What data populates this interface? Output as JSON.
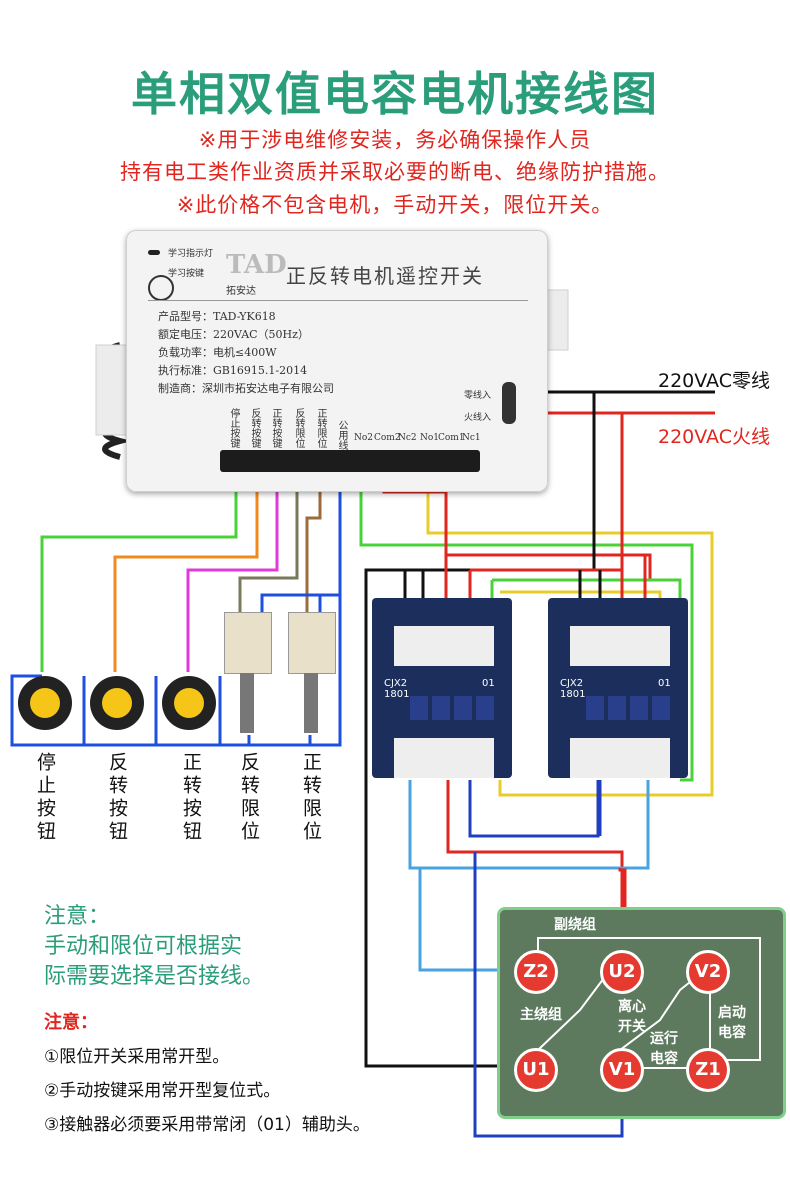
{
  "title": "单相双值电容电机接线图",
  "warnings": [
    "※用于涉电维修安装，务必确保操作人员",
    "持有电工类作业资质并采取必要的断电、绝缘防护措施。",
    "※此价格不包含电机，手动开关，限位开关。"
  ],
  "device": {
    "led_label": "学习指示灯",
    "learn_key_label": "学习按键",
    "logo": "TAD",
    "brand": "拓安达",
    "name": "正反转电机遥控开关",
    "info": [
      "产品型号：TAD-YK618",
      "额定电压：220VAC（50Hz）",
      "负载功率：电机≤400W",
      "执行标准：GB16915.1-2014",
      "制造商：深圳市拓安达电子有限公司"
    ],
    "input_labels": [
      "零线入",
      "火线入"
    ],
    "vertical_labels": [
      "停止按键",
      "反转按键",
      "正转按键",
      "反转限位",
      "正转限位",
      "公用线"
    ],
    "terminal_labels": [
      "No2",
      "Com2",
      "Nc2",
      "No1",
      "Com1",
      "Nc1"
    ]
  },
  "power": {
    "neutral": "220VAC零线",
    "live": "220VAC火线"
  },
  "contactors": [
    {
      "model": "CJX2\n1801",
      "aux": "01"
    },
    {
      "model": "CJX2\n1801",
      "aux": "01"
    }
  ],
  "switches": [
    "停止按钮",
    "反转按钮",
    "正转按钮",
    "反转限位",
    "正转限位"
  ],
  "motor": {
    "terminals": [
      "Z2",
      "U2",
      "V2",
      "U1",
      "V1",
      "Z1"
    ],
    "labels": {
      "aux_winding": "副绕组",
      "main_winding": "主绕组",
      "centrifugal": "离心\n开关",
      "run_cap": "运行\n电容",
      "start_cap": "启动\n电容"
    }
  },
  "notes": {
    "green_title": "注意：",
    "green_body": [
      "手动和限位可根据实",
      "际需要选择是否接线。"
    ],
    "red_title": "注意：",
    "items": [
      "①限位开关采用常开型。",
      "②手动按键采用常开型复位式。",
      "③接触器必须要采用带常闭（01）辅助头。"
    ]
  },
  "colors": {
    "title": "#2a9d7a",
    "warning": "#e0261f",
    "motor_box": "#5d7a5f",
    "terminal": "#e53a2f"
  }
}
